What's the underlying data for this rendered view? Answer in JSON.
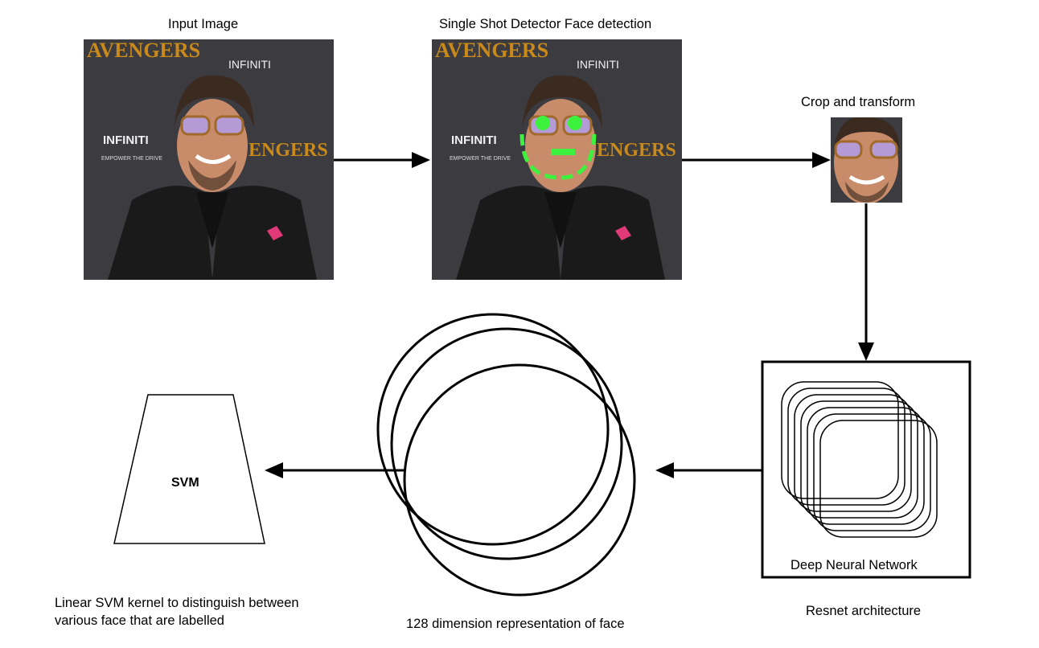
{
  "labels": {
    "input_image": "Input Image",
    "ssd_detection": "Single Shot Detector Face detection",
    "crop_transform": "Crop and transform",
    "dnn": "Deep Neural Network",
    "resnet": "Resnet architecture",
    "embedding": "128 dimension representation of face",
    "svm": "SVM",
    "svm_desc_line1": "Linear SVM kernel to distinguish between",
    "svm_desc_line2": "various face that are labelled"
  },
  "colors": {
    "stroke": "#000000",
    "landmark": "#3df23d",
    "backdrop": "#3a3a3e",
    "accent_gold": "#c98a1a",
    "jacket": "#1a1a1a",
    "skin": "#c98c6a"
  },
  "icons": [
    "arrow-right",
    "arrow-down",
    "arrow-left"
  ]
}
